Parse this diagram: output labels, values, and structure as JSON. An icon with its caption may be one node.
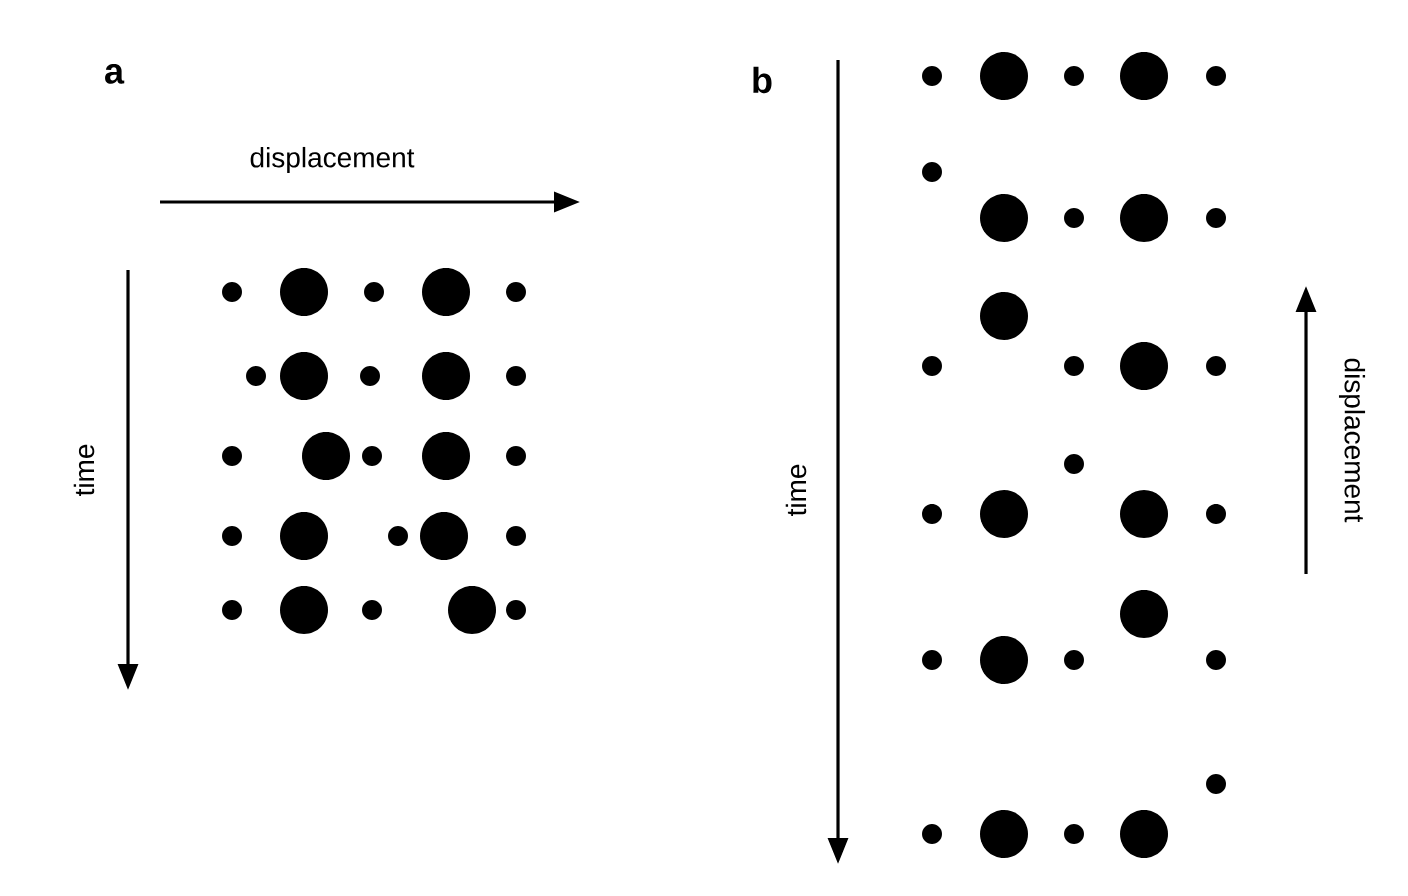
{
  "diagram": {
    "labels": [
      "a",
      "displacement",
      "time",
      "b",
      "time",
      "displacement"
    ]
  }
}
